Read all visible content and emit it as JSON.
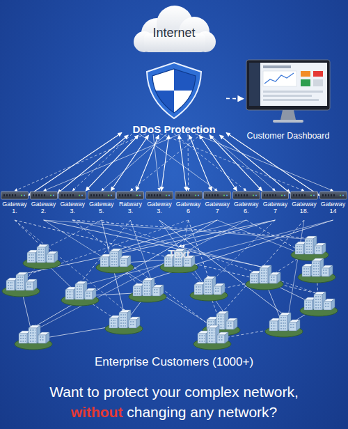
{
  "diagram": {
    "nodes": [
      {
        "text": [
          "Internet"
        ]
      },
      {
        "text": [
          "DDoS Protection"
        ]
      },
      {
        "text": [
          "Customer Dashboard"
        ]
      },
      {
        "text": [
          "Gateway 1."
        ]
      },
      {
        "text": [
          "Gateway 2."
        ]
      },
      {
        "text": [
          "Gateway 3."
        ]
      },
      {
        "text": [
          "Gateway 5."
        ]
      },
      {
        "text": [
          "Ratwary 3."
        ]
      },
      {
        "text": [
          "Gateway 3."
        ]
      },
      {
        "text": [
          "Gateway 6"
        ]
      },
      {
        "text": [
          "Gateway 7"
        ]
      },
      {
        "text": [
          "Gateway 6."
        ]
      },
      {
        "text": [
          "Gateway 7"
        ]
      },
      {
        "text": [
          "Gateway 18."
        ]
      },
      {
        "text": [
          "Gateway 14"
        ]
      },
      {
        "text": [
          "Text"
        ]
      }
    ],
    "edges": [
      {
        "from": 1,
        "to": 2,
        "arrow": "to"
      },
      {
        "from": 1,
        "to": 3,
        "arrow": "both"
      },
      {
        "from": 1,
        "to": 4,
        "arrow": "both"
      },
      {
        "from": 1,
        "to": 5,
        "arrow": "both"
      },
      {
        "from": 1,
        "to": 6,
        "arrow": "both"
      },
      {
        "from": 1,
        "to": 7,
        "arrow": "both"
      },
      {
        "from": 1,
        "to": 8,
        "arrow": "both"
      },
      {
        "from": 1,
        "to": 9,
        "arrow": "both"
      },
      {
        "from": 1,
        "to": 10,
        "arrow": "both"
      },
      {
        "from": 1,
        "to": 11,
        "arrow": "both"
      },
      {
        "from": 1,
        "to": 12,
        "arrow": "both"
      },
      {
        "from": 1,
        "to": 13,
        "arrow": "both"
      },
      {
        "from": 1,
        "to": 14,
        "arrow": "both"
      }
    ],
    "labels": [
      "Enterprise Customers (1000+)",
      "Want to protect your complex network,",
      "without",
      "changing any network?"
    ]
  }
}
